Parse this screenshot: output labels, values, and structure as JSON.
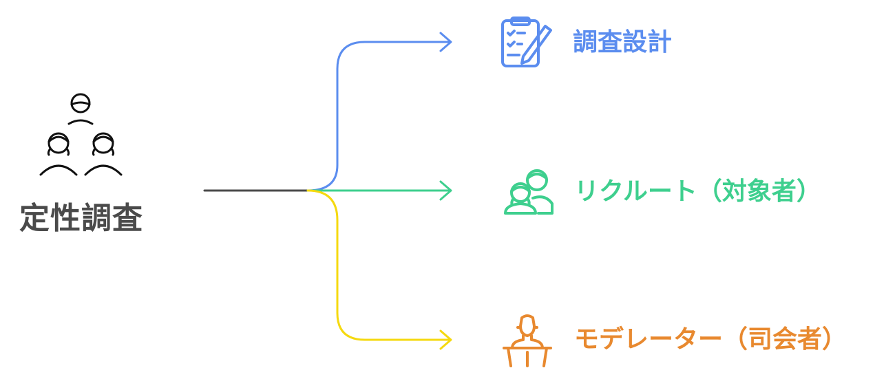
{
  "root": {
    "label": "定性調査",
    "icon": "group-of-people-icon",
    "line_color": "#4a4a4a"
  },
  "branches": [
    {
      "label": "調査設計",
      "icon": "clipboard-checklist-pencil-icon",
      "color": "#5b8def"
    },
    {
      "label": "リクルート（対象者）",
      "icon": "two-people-icon",
      "color": "#3ecf8e"
    },
    {
      "label": "モデレーター（司会者）",
      "icon": "speaker-at-podium-icon",
      "color": "#e8892f"
    }
  ],
  "connector_colors": [
    "#5b8def",
    "#3ecf8e",
    "#f5d90f"
  ]
}
